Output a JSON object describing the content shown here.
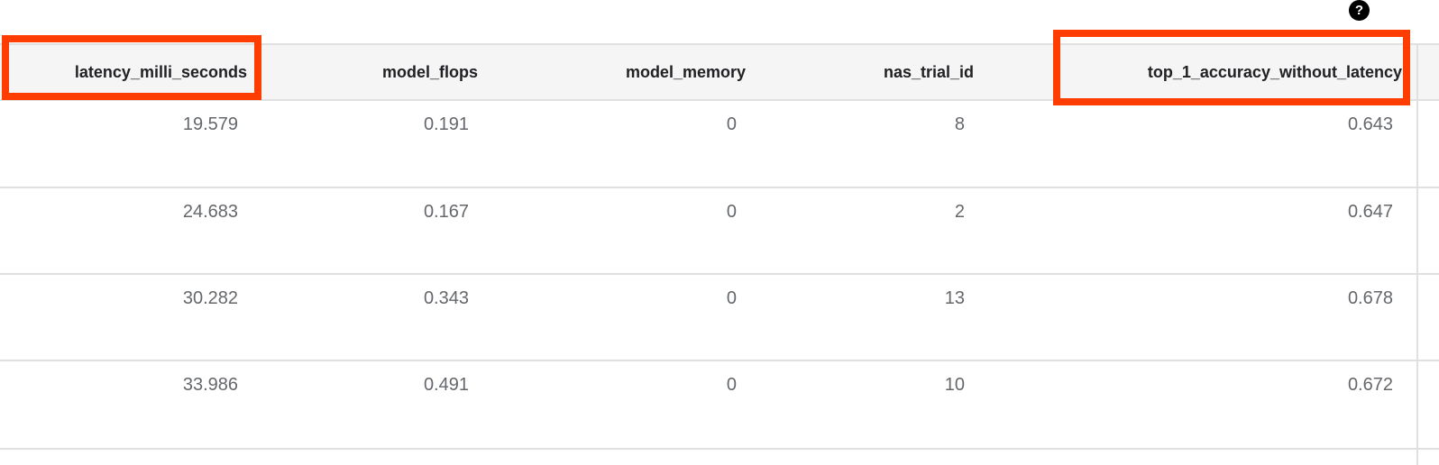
{
  "toolbar": {
    "help_icon_glyph": "?"
  },
  "table": {
    "columns": [
      {
        "label": "latency_milli_seconds",
        "highlighted": true
      },
      {
        "label": "model_flops",
        "highlighted": false
      },
      {
        "label": "model_memory",
        "highlighted": false
      },
      {
        "label": "nas_trial_id",
        "highlighted": false
      },
      {
        "label": "top_1_accuracy_without_latency",
        "highlighted": true
      }
    ],
    "rows": [
      [
        "19.579",
        "0.191",
        "0",
        "8",
        "0.643"
      ],
      [
        "24.683",
        "0.167",
        "0",
        "2",
        "0.647"
      ],
      [
        "30.282",
        "0.343",
        "0",
        "13",
        "0.678"
      ],
      [
        "33.986",
        "0.491",
        "0",
        "10",
        "0.672"
      ]
    ]
  },
  "colors": {
    "highlight_box": "#FF3D00",
    "header_background": "#F5F5F5",
    "border": "#E0E0E0",
    "header_text": "#202124",
    "cell_text": "#64676B"
  }
}
